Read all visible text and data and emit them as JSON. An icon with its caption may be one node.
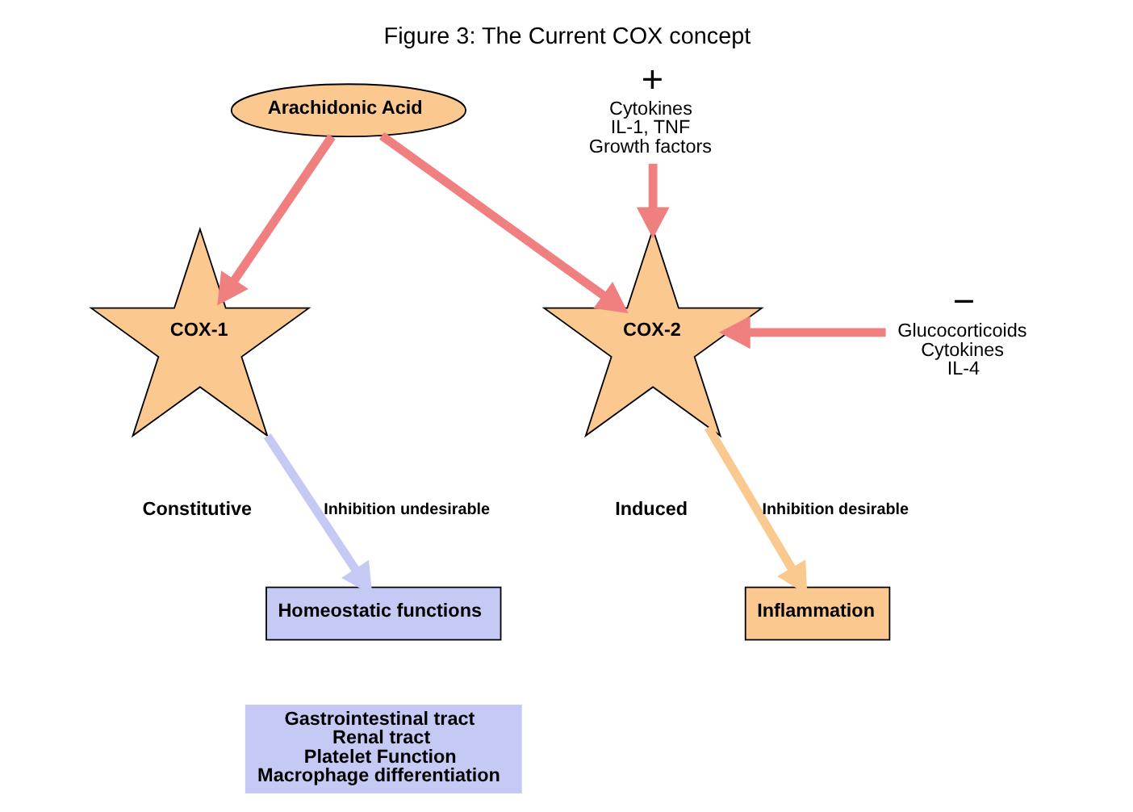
{
  "diagram": {
    "title": "Figure 3: The Current COX concept",
    "nodes": [
      {
        "text": [
          "Arachidonic Acid"
        ]
      },
      {
        "text": [
          "COX-1"
        ],
        "beside": [
          "Constitutive"
        ]
      },
      {
        "text": [
          "COX-2"
        ],
        "beside": [
          "Induced"
        ]
      },
      {
        "text": [
          "Cytokines IL-1, TNF Growth factors"
        ],
        "beside": [
          "+"
        ]
      },
      {
        "text": [
          "Glucocorticoids Cytokines IL-4"
        ],
        "beside": [
          "−"
        ]
      },
      {
        "text": [
          "Homeostatic functions"
        ]
      },
      {
        "text": [
          "Inflammation"
        ]
      },
      {
        "text": [
          "Gastrointestinal tract",
          "Renal tract",
          "Platelet Function",
          "Macrophage differentiation"
        ]
      }
    ],
    "edges": [
      {
        "from": 0,
        "to": 1,
        "arrow": "to"
      },
      {
        "from": 0,
        "to": 2,
        "arrow": "to"
      },
      {
        "from": 3,
        "to": 2,
        "arrow": "to"
      },
      {
        "from": 4,
        "to": 2,
        "arrow": "to"
      },
      {
        "from": 1,
        "to": 5,
        "arrow": "to",
        "color": "#c5caf5",
        "label": "Inhibition undesirable"
      },
      {
        "from": 2,
        "to": 6,
        "arrow": "to",
        "color": "#f9c98f",
        "label": "Inhibition desirable"
      }
    ]
  }
}
